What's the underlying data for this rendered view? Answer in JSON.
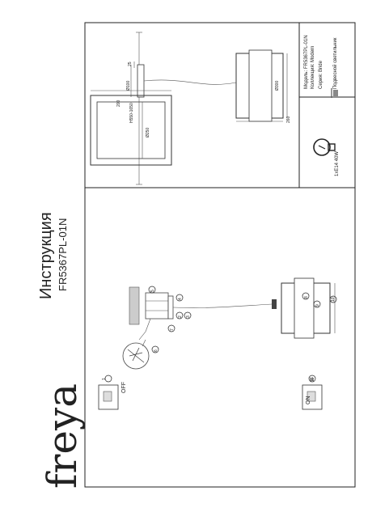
{
  "brand": "freya",
  "title": "Инструкция",
  "model_code": "FR5367PL-01N",
  "spec": {
    "model_label": "Модель:",
    "model_value": "FR5367PL-01N",
    "collection_label": "Коллекция:",
    "collection_value": "Modern",
    "series_label": "Серия:",
    "series_value": "Bride",
    "type_value": "Подвесной светильник",
    "bulb": "1xE14 40W"
  },
  "dims": {
    "height": "H550-1650",
    "canopy_d": "Ø100",
    "canopy_h": "25",
    "shade_d": "Ø300",
    "shade_h": "260",
    "box_w": "200",
    "box_d": "Ø250"
  },
  "switch": {
    "off": "OFF",
    "on": "ON",
    "step": "11"
  },
  "callouts": [
    "1",
    "2",
    "3",
    "4",
    "5",
    "6",
    "7",
    "8",
    "9",
    "10",
    "11"
  ]
}
